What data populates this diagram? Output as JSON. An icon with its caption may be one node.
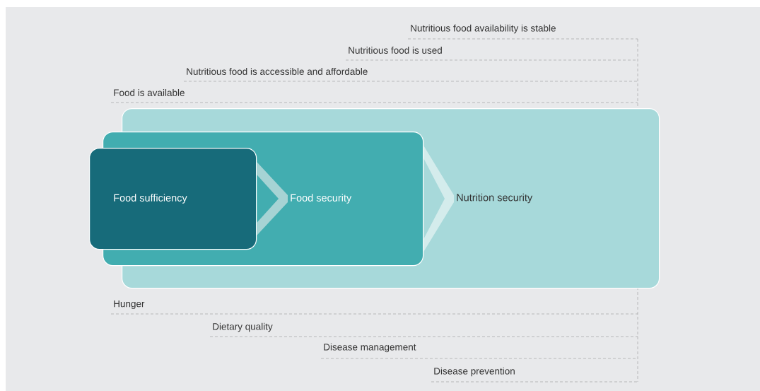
{
  "diagram": {
    "nodes": [
      {
        "text": [
          "Nutrition security"
        ]
      },
      {
        "text": [
          "Food security"
        ],
        "in": 0
      },
      {
        "text": [
          "Food sufficiency"
        ],
        "in": 1
      }
    ],
    "edges": [
      {
        "from": 2,
        "to": 1,
        "arrow": "to"
      },
      {
        "from": 1,
        "to": 0,
        "arrow": "to"
      }
    ],
    "labels": [
      "Nutritious food availability is stable",
      "Nutritious food is used",
      "Nutritious food is accessible and affordable",
      "Food is available",
      "Hunger",
      "Dietary quality",
      "Disease management",
      "Disease prevention"
    ]
  }
}
